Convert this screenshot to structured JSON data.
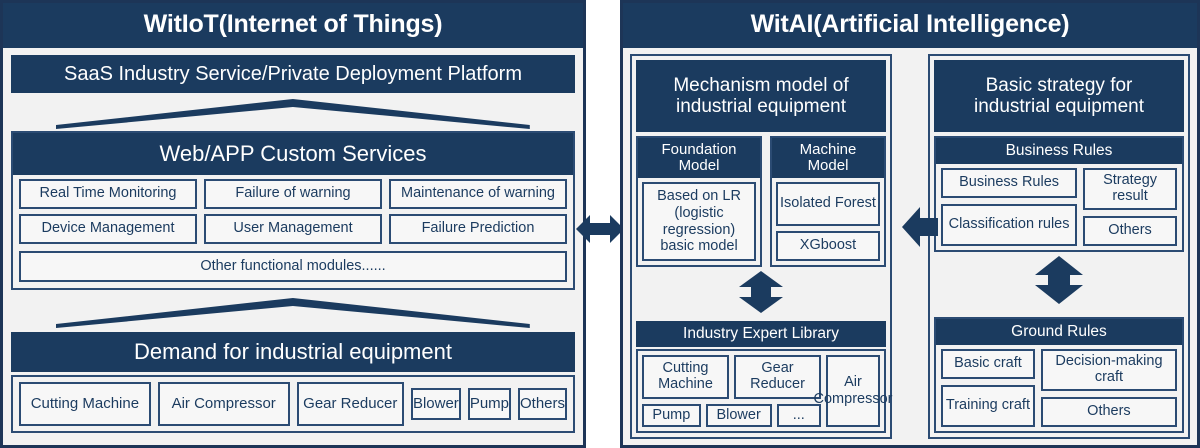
{
  "left": {
    "title": "WitIoT(Internet of Things)",
    "saas_platform": "SaaS Industry Service/Private Deployment Platform",
    "web_app_services": "Web/APP Custom Services",
    "service_rows": [
      [
        "Real Time Monitoring",
        "Failure of warning",
        "Maintenance of warning"
      ],
      [
        "Device Management",
        "User Management",
        "Failure Prediction"
      ]
    ],
    "other_modules": "Other functional modules......",
    "demand": "Demand for industrial equipment",
    "equipment_tall": [
      "Cutting Machine",
      "Air Compressor",
      "Gear Reducer"
    ],
    "equipment_short": [
      "Blower",
      "Pump",
      "Others"
    ]
  },
  "right": {
    "title": "WitAI(Artificial Intelligence)",
    "mechanism": {
      "title_line1": "Mechanism model of",
      "title_line2": "industrial equipment",
      "foundation": {
        "head_line1": "Foundation",
        "head_line2": "Model",
        "items": [
          "Based on LR (logistic regression) basic model"
        ]
      },
      "machine": {
        "head_line1": "Machine",
        "head_line2": "Model",
        "items": [
          "Isolated Forest",
          "XGboost"
        ]
      },
      "expert_library": "Industry Expert Library",
      "expert_row1": [
        "Cutting Machine",
        "Gear Reducer"
      ],
      "expert_row2": [
        "Pump",
        "Blower",
        "..."
      ],
      "expert_side": "Air Compressor"
    },
    "strategy": {
      "title_line1": "Basic strategy for",
      "title_line2": "industrial equipment",
      "business_rules_head": "Business Rules",
      "business_col_a": [
        "Business Rules",
        "Classification rules"
      ],
      "business_col_b": [
        "Strategy result",
        "Others"
      ],
      "ground_rules_head": "Ground Rules",
      "ground_col_a": [
        "Basic craft",
        "Training craft"
      ],
      "ground_col_b": [
        "Decision-making craft",
        "Others"
      ]
    }
  },
  "arrows": {
    "between_panels": "double-horizontal-arrow",
    "strategy_to_mechanism": "left-arrow",
    "mechanism_vertical": "double-vertical-arrow",
    "strategy_vertical": "double-vertical-arrow"
  },
  "colors": {
    "navy": "#1b3b5f",
    "navy_border": "#2b4b73",
    "panel_bg": "#f2f2f2",
    "box_bg": "#f7f7f7",
    "white": "#ffffff"
  }
}
